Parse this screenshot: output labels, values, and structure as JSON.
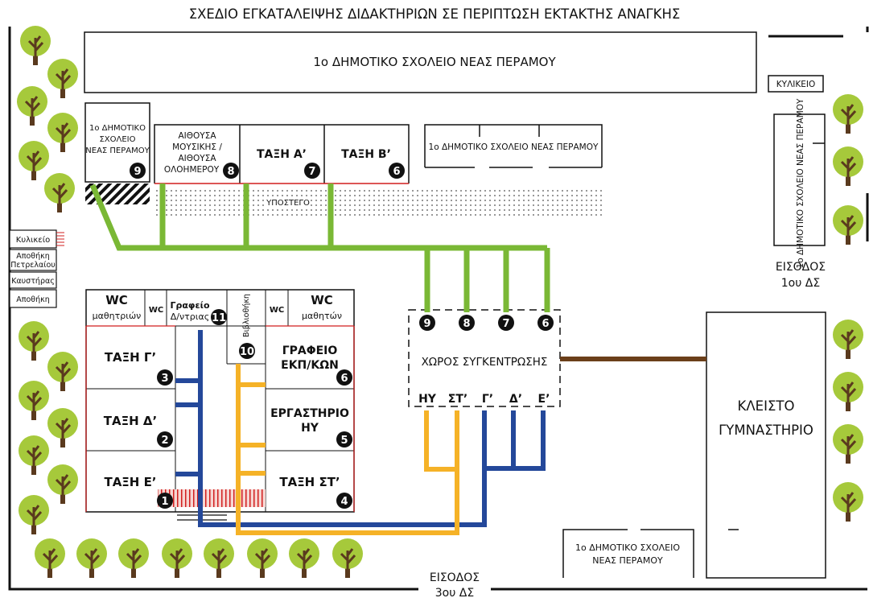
{
  "title": "ΣΧΕΔΙΟ ΕΓΚΑΤΑΛΕΙΨΗΣ ΔΙΔΑΚΤΗΡΙΩΝ ΣΕ ΠΕΡΙΠΤΩΣΗ ΕΚΤΑΚΤΗΣ ΑΝΑΓΚΗΣ",
  "school_name": "1ο ΔΗΜΟΤΙΚΟ ΣΧΟΛΕΙΟ ΝΕΑΣ ΠΕΡΑΜΟΥ",
  "canteen": "ΚΥΛΙΚΕΙΟ",
  "corner_school": [
    "1ο ΔΗΜΟΤΙΚΟ",
    "ΣΧΟΛΕΙΟ",
    "ΝΕΑΣ ΠΕΡΑΜΟΥ"
  ],
  "music_room": [
    "ΑΙΘΟΥΣΑ",
    "ΜΟΥΣΙΚΗΣ /",
    "ΑΙΘΟΥΣΑ",
    "ΟΛΟΗΜΕΡΟΥ"
  ],
  "class_a": "ΤΑΞΗ Α’",
  "class_b": "ΤΑΞΗ Β’",
  "basement": "ΥΠΟΣΤΕΓΟ",
  "side_rooms": [
    "Κυλικείο",
    "Αποθήκη",
    "Πετρελαίου",
    "Καυστήρας",
    "Αποθήκη"
  ],
  "wc": "WC",
  "wc_girls": "μαθητριών",
  "wc_boys": "μαθητών",
  "office_title": "Γραφείο",
  "office_sub": "Δ/ντριας",
  "library": "Βιβλιοθήκη",
  "class_c": "ΤΑΞΗ Γ’",
  "class_d": "ΤΑΞΗ Δ’",
  "class_e": "ΤΑΞΗ Ε’",
  "class_st": "ΤΑΞΗ ΣΤ’",
  "teachers_office": [
    "ΓΡΑΦΕΙΟ",
    "ΕΚΠ/ΚΩΝ"
  ],
  "computer_lab": [
    "ΕΡΓΑΣΤΗΡΙΟ",
    "ΗΥ"
  ],
  "assembly_area": "ΧΩΡΟΣ ΣΥΓΚΕΝΤΡΩΣΗΣ",
  "assembly_groups": [
    "ΗΥ",
    "ΣΤ’",
    "Γ’",
    "Δ’",
    "Ε’"
  ],
  "gym": [
    "ΚΛΕΙΣΤΟ",
    "ΓΥΜΝΑΣΤΗΡΙΟ"
  ],
  "entrance_1": [
    "ΕΙΣΟΔΟΣ",
    "1ου ΔΣ"
  ],
  "entrance_3": [
    "ΕΙΣΟΔΟΣ",
    "3ου ΔΣ"
  ],
  "numbers": [
    "1",
    "2",
    "3",
    "4",
    "5",
    "6",
    "7",
    "8",
    "9",
    "10",
    "11"
  ],
  "colors": {
    "green": "#7ab835",
    "blue": "#24489a",
    "orange": "#f5b227",
    "brown": "#6b3f1a",
    "red": "#d21f1f",
    "tree": "#a6c93b",
    "trunk": "#5a3a1e"
  }
}
